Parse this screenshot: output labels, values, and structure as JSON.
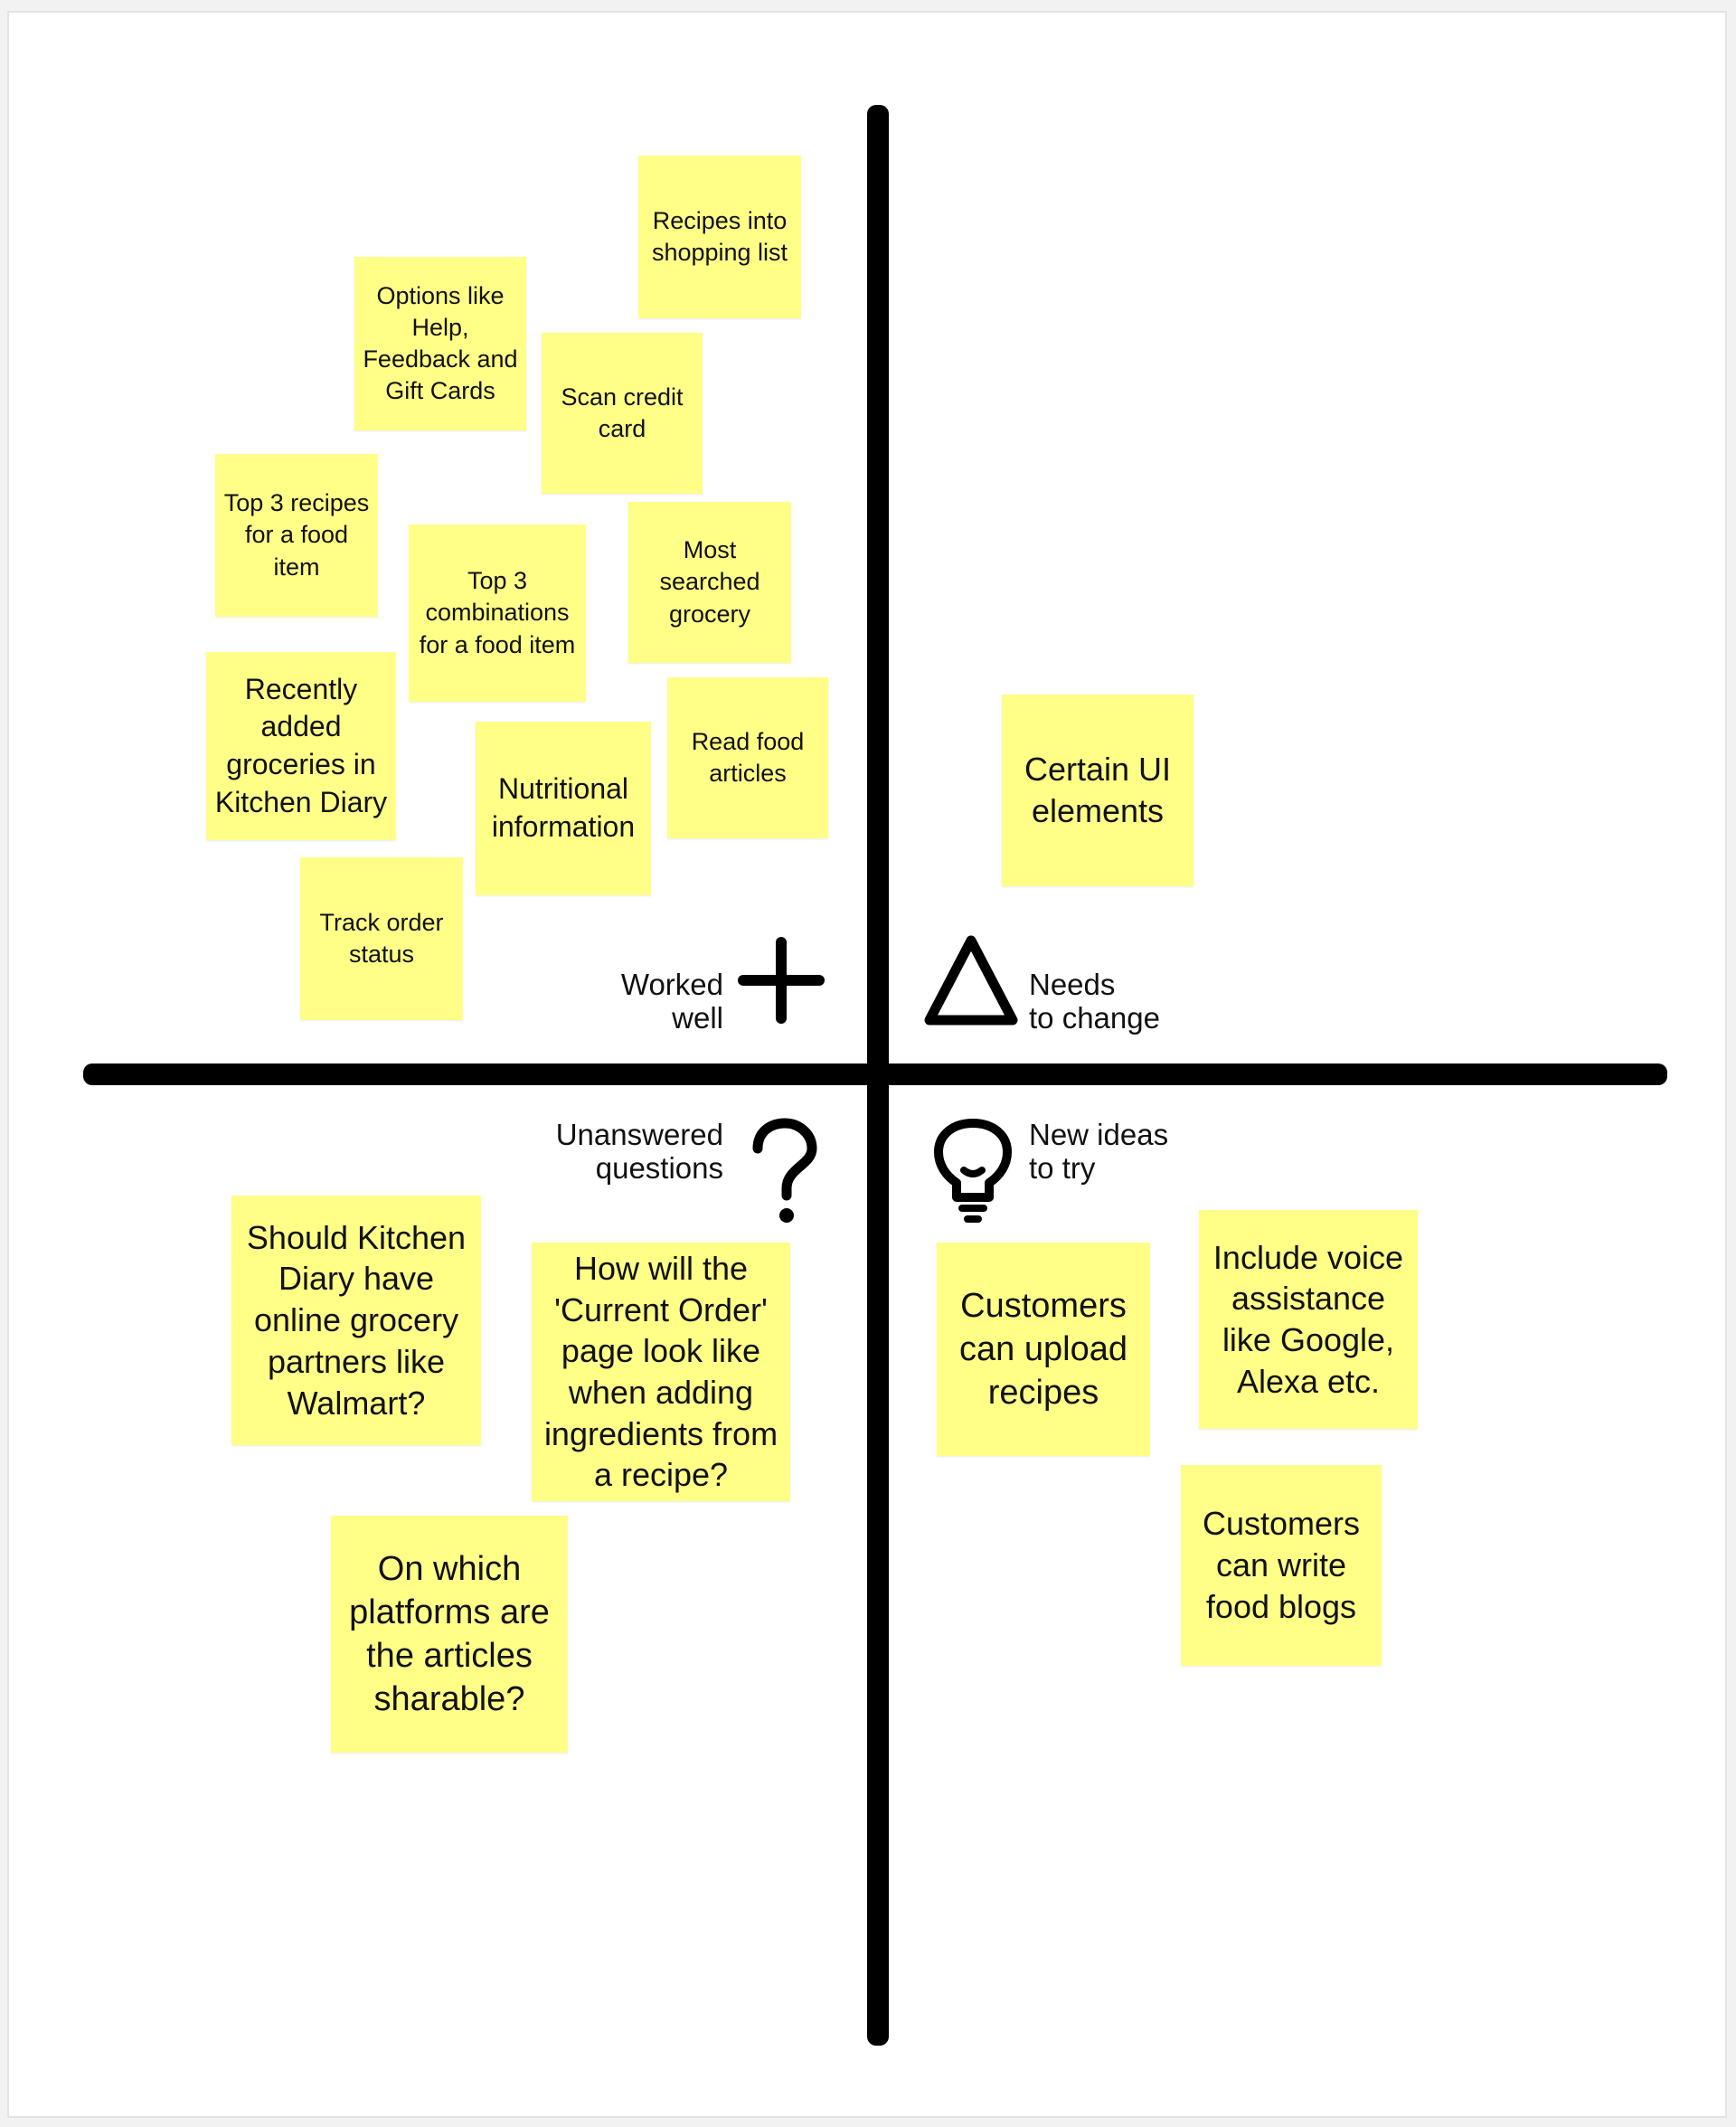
{
  "colors": {
    "note": "#ffff88",
    "axis": "#000000",
    "board": "#ffffff"
  },
  "quadrants": {
    "worked_well": {
      "label": [
        "Worked",
        "well"
      ],
      "icon": "plus-icon",
      "notes": [
        "Recipes into shopping list",
        "Options like Help, Feedback and Gift Cards",
        "Scan credit card",
        "Top 3 recipes for a food item",
        "Top 3 combinations for a food item",
        "Most searched grocery",
        "Recently added groceries in Kitchen Diary",
        "Read food articles",
        "Nutritional information",
        "Track order status"
      ]
    },
    "needs_to_change": {
      "label": [
        "Needs",
        "to change"
      ],
      "icon": "triangle-delta-icon",
      "notes": [
        "Certain UI elements"
      ]
    },
    "unanswered_questions": {
      "label": [
        "Unanswered",
        "questions"
      ],
      "icon": "question-mark-icon",
      "notes": [
        "Should Kitchen Diary have online grocery partners like Walmart?",
        "How will the 'Current Order' page look like when adding ingredients from a recipe?",
        "On which platforms are the articles sharable?"
      ]
    },
    "new_ideas": {
      "label": [
        "New ideas",
        "to try"
      ],
      "icon": "lightbulb-icon",
      "notes": [
        "Customers can upload recipes",
        "Include voice assistance like Google, Alexa etc.",
        "Customers can write food blogs"
      ]
    }
  }
}
